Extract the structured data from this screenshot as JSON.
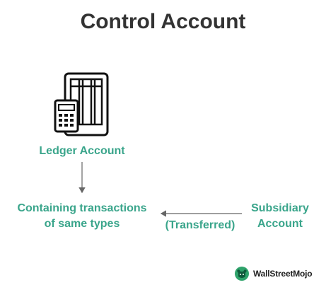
{
  "title": "Control Account",
  "nodes": {
    "ledger": "Ledger Account",
    "containing_line1": "Containing transactions",
    "containing_line2": "of same types",
    "subsidiary_line1": "Subsidiary",
    "subsidiary_line2": "Account",
    "transferred": "(Transferred)"
  },
  "logo": {
    "text": "WallStreetMojo",
    "icon": "bull-logo-icon"
  },
  "colors": {
    "title": "#333333",
    "accent": "#3aa58b",
    "arrow": "#666666",
    "icon_stroke": "#111111"
  }
}
